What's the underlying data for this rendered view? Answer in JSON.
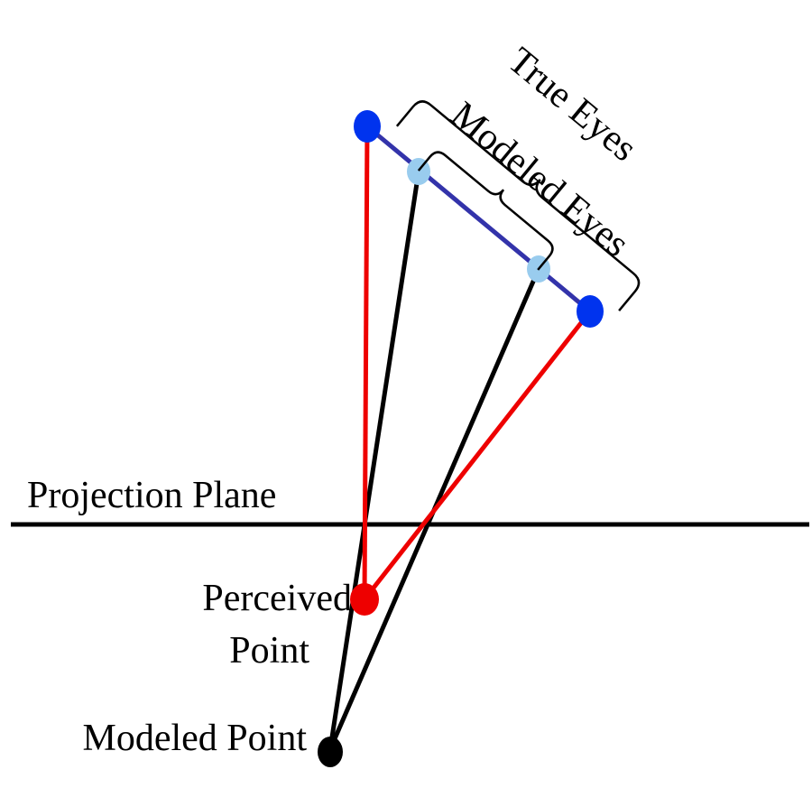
{
  "labels": {
    "true_eyes": "True Eyes",
    "modeled_eyes": "Modeled Eyes",
    "projection_plane": "Projection Plane",
    "perceived_point_line1": "Perceived",
    "perceived_point_line2": "Point",
    "modeled_point": "Modeled Point"
  },
  "colors": {
    "true_eye": "#0033ee",
    "modeled_eye": "#99ccee",
    "eye_baseline": "#3333aa",
    "true_ray": "#ee0000",
    "modeled_ray": "#000000",
    "perceived_point": "#ee0000",
    "modeled_point": "#000000",
    "plane": "#000000",
    "brace": "#000000"
  }
}
